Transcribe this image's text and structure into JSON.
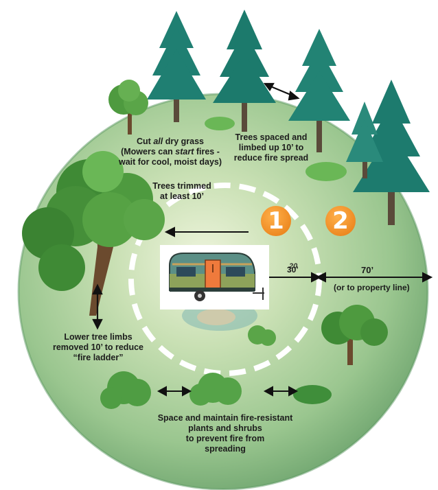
{
  "labels": {
    "cut_grass_pre": "Cut ",
    "cut_grass_em": "all",
    "cut_grass_post": " dry grass",
    "mowers_pre": "(Mowers can ",
    "mowers_em": "start",
    "mowers_post": " fires -",
    "mowers_line2": "wait for cool, moist days)",
    "trees_spaced": "Trees spaced and",
    "trees_spaced_2": "limbed up 10’ to",
    "trees_spaced_3": "reduce fire spread",
    "trees_trimmed": "Trees trimmed",
    "trees_trimmed_2": "at least 10’",
    "lower_limbs": "Lower tree limbs",
    "lower_limbs_2": "removed 10’ to reduce",
    "lower_limbs_3": "“fire ladder”",
    "shrubs": "Space and maintain fire-resistant",
    "shrubs_2": "plants and shrubs",
    "shrubs_3": "to prevent fire from",
    "shrubs_4": "spreading"
  },
  "zones": {
    "zone1_badge": "1",
    "zone2_badge": "2",
    "zone1_distance": "30’",
    "zone1_distance_overlay": "20",
    "zone2_distance": "70’",
    "zone2_note": "(or to property line)"
  },
  "colors": {
    "zone_badge": "#f28c1e",
    "ground": "#8fbe86",
    "evergreen": "#1f7f72",
    "deciduous": "#4e9a3f",
    "trailer_top": "#5b8f86",
    "trailer_body": "#8ea25a",
    "trailer_door": "#ef7a3c"
  }
}
